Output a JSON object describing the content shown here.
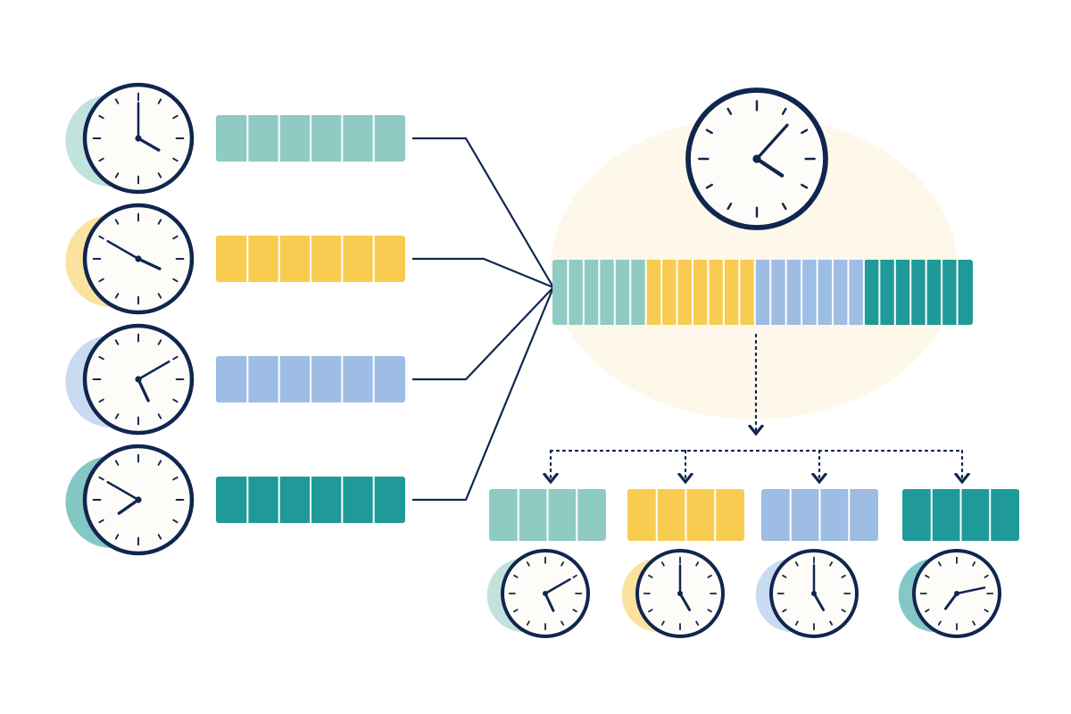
{
  "palette": {
    "navy": "#10264f",
    "face": "#fdfcf9",
    "highlight": "#fdf8ea",
    "white": "#ffffff"
  },
  "sources": [
    {
      "name": "teal-light",
      "color": "#8fcbc3",
      "segments": 6,
      "clock": {
        "hour": 4,
        "minute": 0
      }
    },
    {
      "name": "yellow",
      "color": "#f8cc50",
      "segments": 6,
      "clock": {
        "hour": 3,
        "minute": 50
      }
    },
    {
      "name": "blue",
      "color": "#9dbde4",
      "segments": 6,
      "clock": {
        "hour": 5,
        "minute": 10
      }
    },
    {
      "name": "teal-dark",
      "color": "#1f9a98",
      "segments": 6,
      "clock": {
        "hour": 7,
        "minute": 50
      }
    }
  ],
  "merged": {
    "clock": {
      "hour": 4,
      "minute": 7
    },
    "segments_per_source": [
      6,
      7,
      7,
      7
    ]
  },
  "outputs": [
    {
      "name": "teal-light",
      "color": "#8fcbc3",
      "segments": 4,
      "clock": {
        "hour": 5,
        "minute": 10
      }
    },
    {
      "name": "yellow",
      "color": "#f8cc50",
      "segments": 4,
      "clock": {
        "hour": 5,
        "minute": 0
      }
    },
    {
      "name": "blue",
      "color": "#9dbde4",
      "segments": 4,
      "clock": {
        "hour": 5,
        "minute": 0
      }
    },
    {
      "name": "teal-dark",
      "color": "#1f9a98",
      "segments": 4,
      "clock": {
        "hour": 7,
        "minute": 13
      }
    }
  ]
}
